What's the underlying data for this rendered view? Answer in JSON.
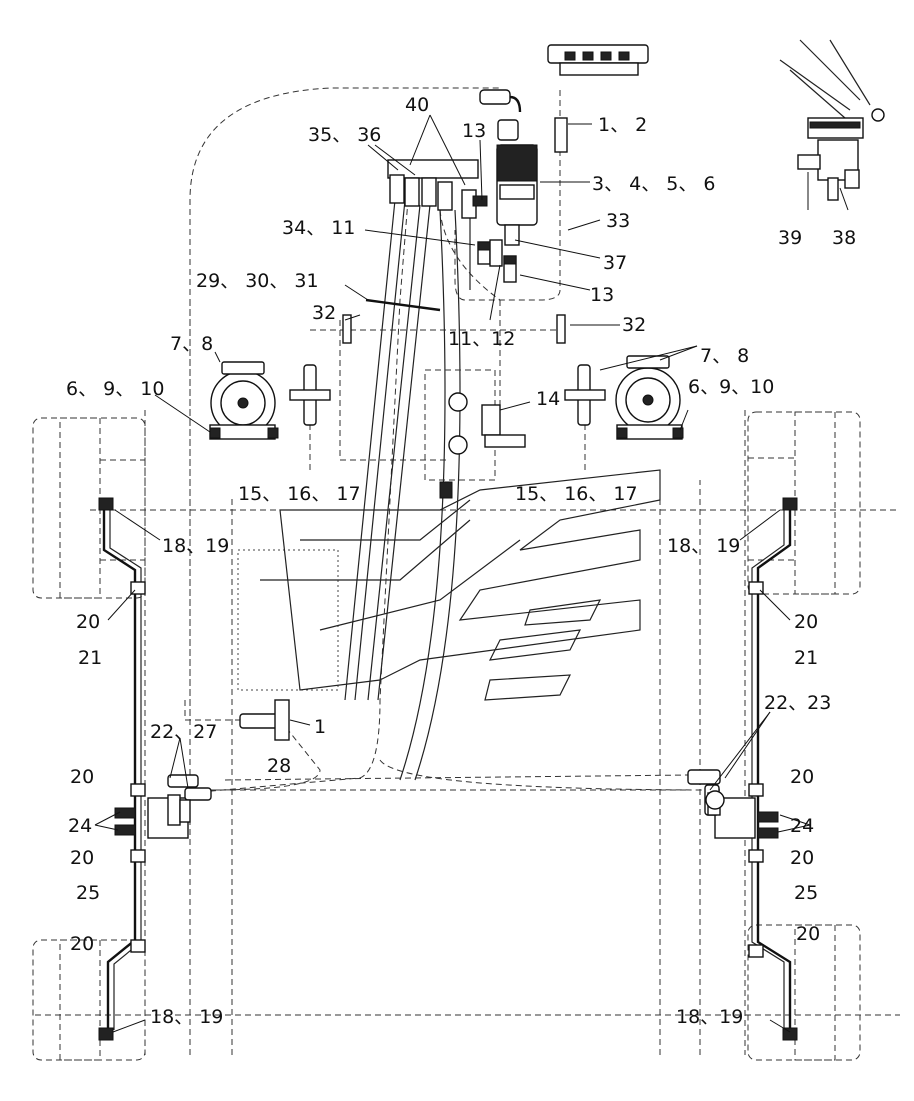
{
  "labels": [
    {
      "key": "l_1_2",
      "text": "1、 2"
    },
    {
      "key": "l_40",
      "text": "40"
    },
    {
      "key": "l_35_36",
      "text": "35、 36"
    },
    {
      "key": "l_13a",
      "text": "13"
    },
    {
      "key": "l_3_6",
      "text": "3、 4、 5、 6"
    },
    {
      "key": "l_33",
      "text": "33"
    },
    {
      "key": "l_34_11",
      "text": "34、 11"
    },
    {
      "key": "l_37",
      "text": "37"
    },
    {
      "key": "l_13b",
      "text": "13"
    },
    {
      "key": "l_29_31",
      "text": "29、 30、 31"
    },
    {
      "key": "l_32a",
      "text": "32"
    },
    {
      "key": "l_11_12",
      "text": "11、12"
    },
    {
      "key": "l_32b",
      "text": "32"
    },
    {
      "key": "l_7_8a",
      "text": "7、8"
    },
    {
      "key": "l_7_8b",
      "text": "7、 8"
    },
    {
      "key": "l_6_9_10a",
      "text": "6、 9、 10"
    },
    {
      "key": "l_6_9_10b",
      "text": "6、9、10"
    },
    {
      "key": "l_14",
      "text": "14"
    },
    {
      "key": "l_15_17a",
      "text": "15、 16、 17"
    },
    {
      "key": "l_15_17b",
      "text": "15、 16、 17"
    },
    {
      "key": "l_18_19a",
      "text": "18、19"
    },
    {
      "key": "l_18_19b",
      "text": "18、 19"
    },
    {
      "key": "l_20a",
      "text": "20"
    },
    {
      "key": "l_21a",
      "text": "21"
    },
    {
      "key": "l_20b",
      "text": "20"
    },
    {
      "key": "l_21b",
      "text": "21"
    },
    {
      "key": "l_22_27",
      "text": "22、27"
    },
    {
      "key": "l_1b",
      "text": "1"
    },
    {
      "key": "l_28",
      "text": "28"
    },
    {
      "key": "l_22_23",
      "text": "22、23"
    },
    {
      "key": "l_20c",
      "text": "20"
    },
    {
      "key": "l_20d",
      "text": "20"
    },
    {
      "key": "l_24a",
      "text": "24"
    },
    {
      "key": "l_24b",
      "text": "24"
    },
    {
      "key": "l_20e",
      "text": "20"
    },
    {
      "key": "l_20f",
      "text": "20"
    },
    {
      "key": "l_25a",
      "text": "25"
    },
    {
      "key": "l_25b",
      "text": "25"
    },
    {
      "key": "l_20g",
      "text": "20"
    },
    {
      "key": "l_20h",
      "text": "20"
    },
    {
      "key": "l_18_19c",
      "text": "18、 19"
    },
    {
      "key": "l_18_19d",
      "text": "18、19"
    },
    {
      "key": "l_39",
      "text": "39"
    },
    {
      "key": "l_38",
      "text": "38"
    }
  ]
}
